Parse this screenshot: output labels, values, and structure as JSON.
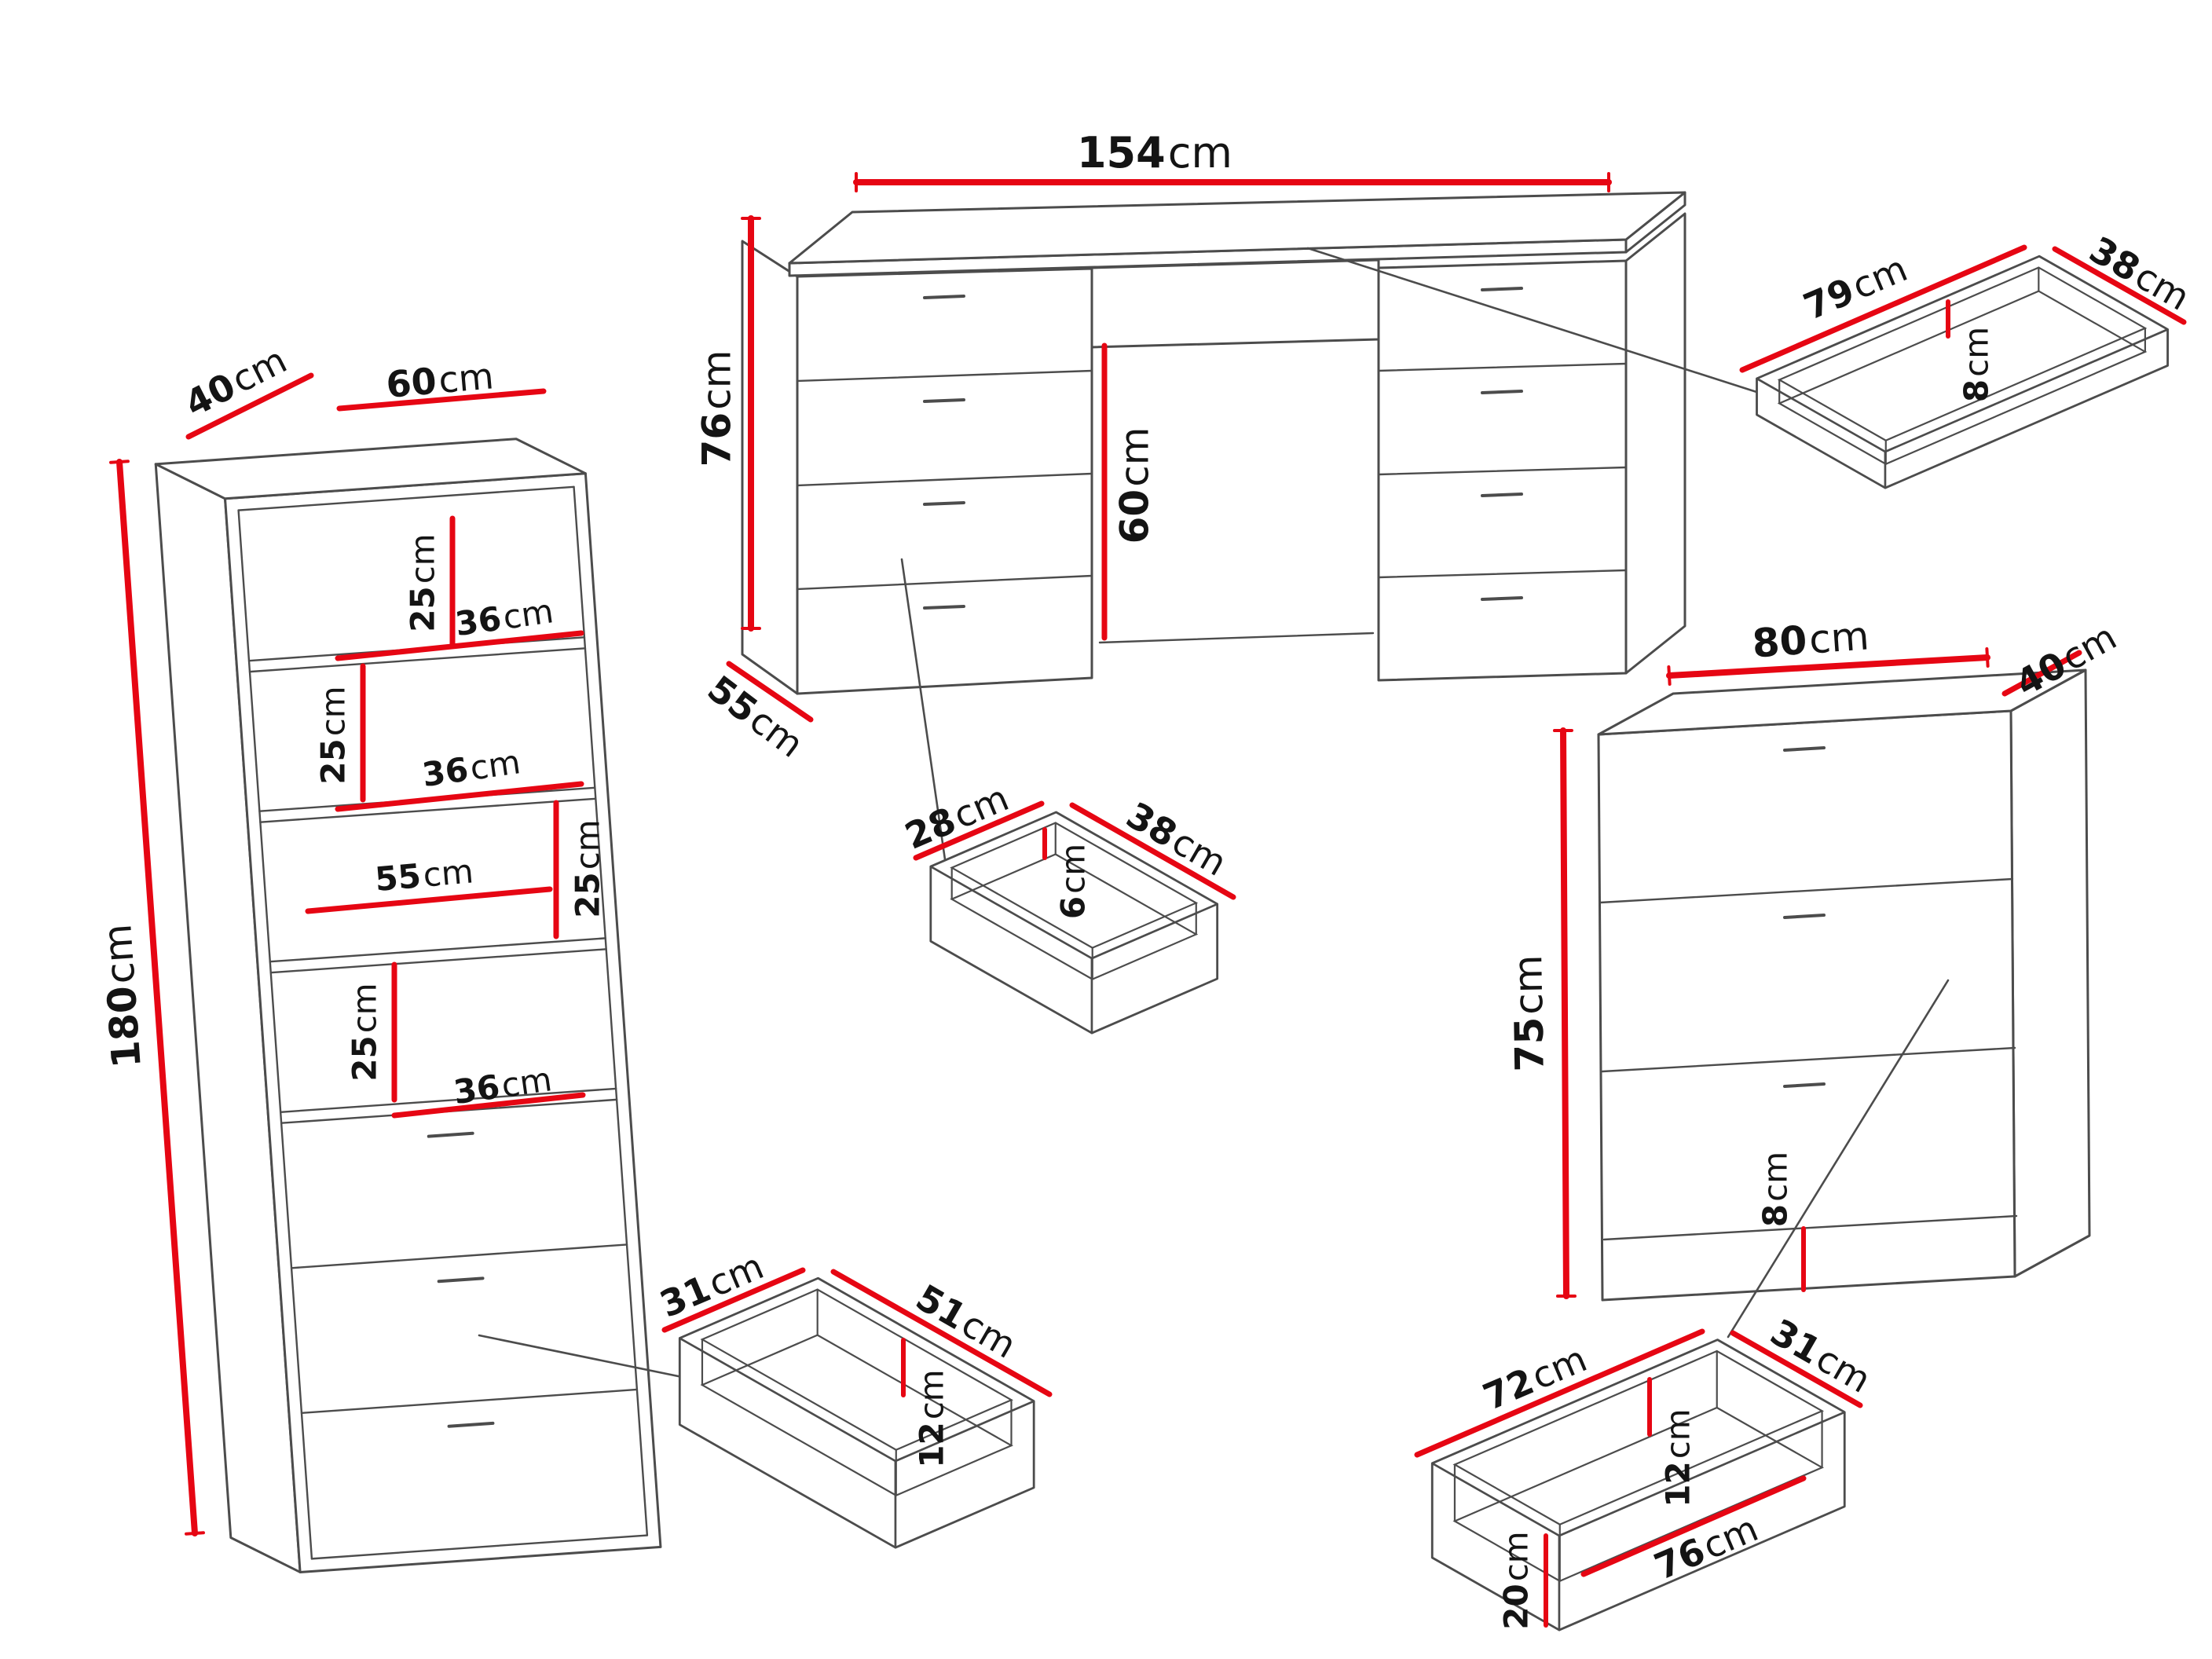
{
  "unit": "cm",
  "colors": {
    "accent": "#e60613",
    "ink": "#4c4c4c",
    "text": "#141414",
    "surface": "#ffffff"
  },
  "dims": {
    "cabinet_depth": {
      "v": "40"
    },
    "cabinet_width": {
      "v": "60"
    },
    "cabinet_height": {
      "v": "180"
    },
    "cabinet_section1_height": {
      "v": "25"
    },
    "cabinet_shelf1_width": {
      "v": "36"
    },
    "cabinet_section2_height": {
      "v": "25"
    },
    "cabinet_shelf2_width": {
      "v": "36"
    },
    "cabinet_section3_height": {
      "v": "25"
    },
    "cabinet_inner_span": {
      "v": "55"
    },
    "cabinet_section4_height": {
      "v": "25"
    },
    "cabinet_shelf3_width": {
      "v": "36"
    },
    "desk_width": {
      "v": "154"
    },
    "desk_height": {
      "v": "76"
    },
    "desk_depth": {
      "v": "55"
    },
    "desk_knee_height": {
      "v": "60"
    },
    "drawer_top_right_length": {
      "v": "79"
    },
    "drawer_top_right_width": {
      "v": "38"
    },
    "drawer_top_right_height": {
      "v": "8"
    },
    "drawer_center_depth": {
      "v": "28"
    },
    "drawer_center_width": {
      "v": "38"
    },
    "drawer_center_height": {
      "v": "6"
    },
    "drawer_bottom_depth": {
      "v": "31"
    },
    "drawer_bottom_width": {
      "v": "51"
    },
    "drawer_bottom_height": {
      "v": "12"
    },
    "chest_width": {
      "v": "80"
    },
    "chest_depth": {
      "v": "40"
    },
    "chest_height": {
      "v": "75"
    },
    "chest_base_height": {
      "v": "8"
    },
    "chest_drawer_length": {
      "v": "72"
    },
    "chest_drawer_width": {
      "v": "31"
    },
    "chest_drawer_inner_depth": {
      "v": "12"
    },
    "chest_drawer_height": {
      "v": "20"
    },
    "chest_drawer_inner_length": {
      "v": "76"
    }
  }
}
